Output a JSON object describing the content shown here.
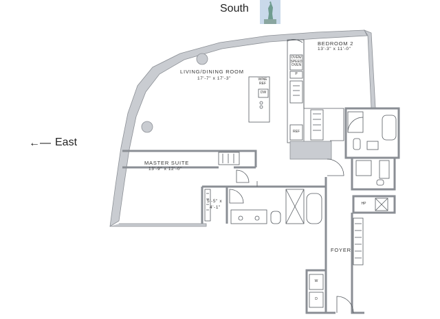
{
  "orientation": {
    "south_label": "South",
    "east_label": "East",
    "east_arrow_icon": "left-arrow-icon",
    "landmark_icon": "statue-of-liberty-icon"
  },
  "rooms": {
    "living_dining": {
      "name": "LIVING/DINING ROOM",
      "dims": "17'-7\" x 17'-3\""
    },
    "bedroom_2": {
      "name": "BEDROOM 2",
      "dims": "13'-3\" x 11'-0\""
    },
    "master_suite": {
      "name": "MASTER SUITE",
      "dims": "13'-9\" x 12'-0\""
    },
    "closet": {
      "dims_line1": "5'-5\" x",
      "dims_line2": "4'-1\""
    },
    "foyer": {
      "name": "FOYER"
    }
  },
  "appliances": {
    "oven": [
      "OVEN/",
      "SPEED",
      "OVEN"
    ],
    "p": "P",
    "wine_ref": [
      "WINE",
      "REF"
    ],
    "dw": "DW",
    "ref": "REF",
    "hp": "HP",
    "w": "W",
    "d": "D"
  },
  "colors": {
    "wall_fill": "#c9ccd1",
    "wall_stroke": "#8a8e94",
    "line": "#555a60",
    "sky": "#c9d9ea",
    "statue": "#6f9c8f"
  }
}
